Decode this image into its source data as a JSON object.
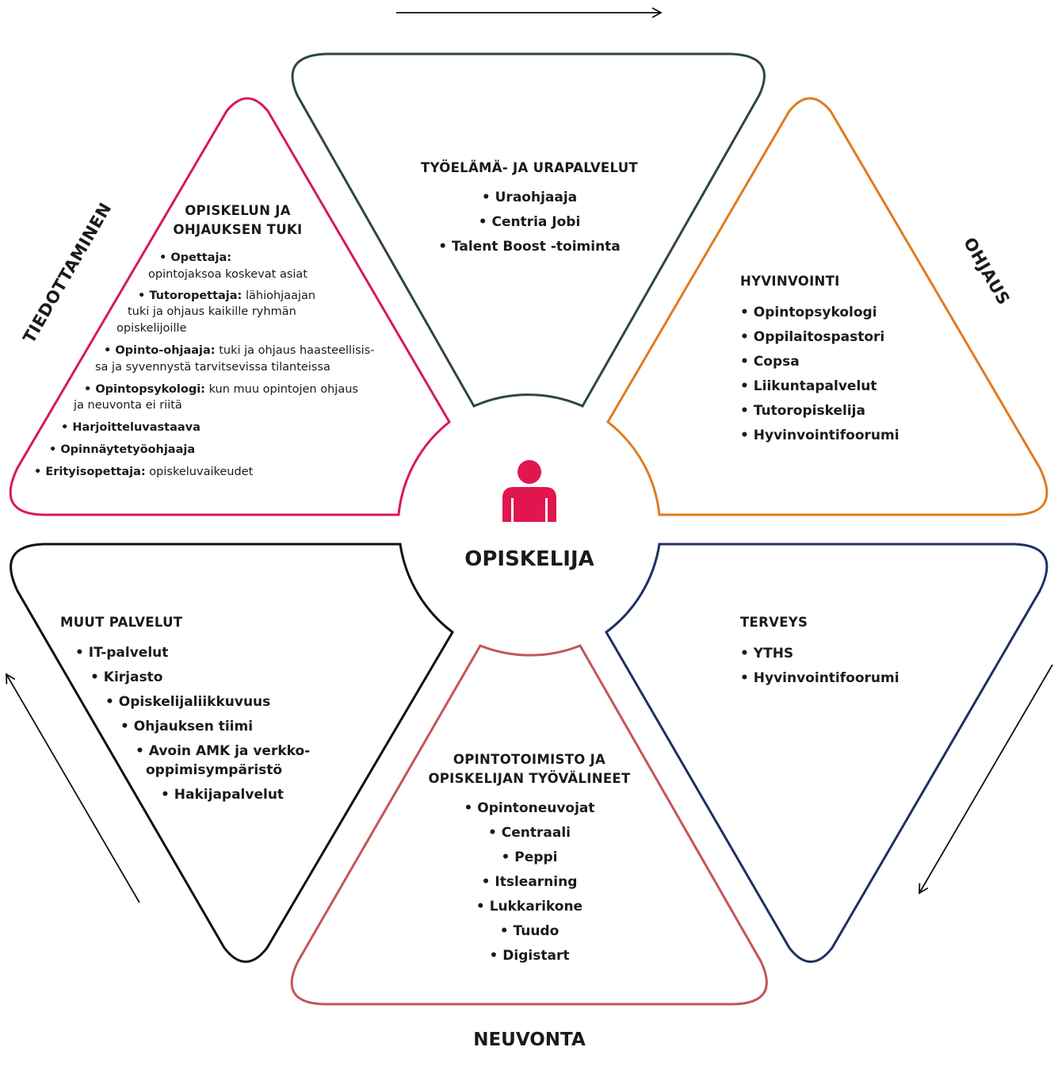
{
  "center": {
    "title": "OPISKELIJA",
    "icon": "person-icon",
    "icon_color": "#e0174f"
  },
  "side_labels": {
    "top": "TIEDOTTAMINEN",
    "right": "OHJAUS",
    "bottom": "NEUVONTA"
  },
  "colors": {
    "tyoelama": "#2e4a33",
    "hyvinvointi": "#e07b22",
    "terveys": "#1e3163",
    "opintotoimisto": "#c4555a",
    "muut": "#111111",
    "tuki": "#d81b4f"
  },
  "tyoelama": {
    "title": "TYÖELÄMÄ- JA URAPALVELUT",
    "items": [
      "• Uraohjaaja",
      "• Centria Jobi",
      "• Talent Boost -toiminta"
    ]
  },
  "hyvinvointi": {
    "title": "HYVINVOINTI",
    "items": [
      "• Opintopsykologi",
      "• Oppilaitospastori",
      "• Copsa",
      "• Liikuntapalvelut",
      "• Tutoropiskelija",
      "• Hyvinvointifoorumi"
    ]
  },
  "terveys": {
    "title": "TERVEYS",
    "items": [
      "• YTHS",
      "• Hyvinvointifoorumi"
    ]
  },
  "opintotoimisto": {
    "title_1": "OPINTOTOIMISTO JA",
    "title_2": "OPISKELIJAN TYÖVÄLINEET",
    "items": [
      "• Opintoneuvojat",
      "• Centraali",
      "• Peppi",
      "• Itslearning",
      "• Lukkarikone",
      "• Tuudo",
      "• Digistart"
    ]
  },
  "muut": {
    "title": "MUUT PALVELUT",
    "items": [
      "• IT-palvelut",
      "• Kirjasto",
      "• Opiskelijaliikkuvuus",
      "• Ohjauksen tiimi",
      "• Avoin AMK ja verkko-",
      "oppimisympäristö",
      "• Hakijapalvelut"
    ]
  },
  "tuki": {
    "title_1": "OPISKELUN JA",
    "title_2": "OHJAUKSEN TUKI",
    "opettaja_label": "• Opettaja:",
    "opettaja_text": "opintojaksoa koskevat asiat",
    "tutor_label": "• Tutoropettaja:",
    "tutor_text_1": " lähiohjaajan",
    "tutor_text_2": "tuki ja ohjaus kaikille ryhmän",
    "tutor_text_3": "opiskelijoille",
    "ohjaaja_label": "• Opinto-ohjaaja:",
    "ohjaaja_text_1": " tuki ja ohjaus haasteellisis-",
    "ohjaaja_text_2": "sa ja syvennystä tarvitsevissa tilanteissa",
    "psyk_label": "• Opintopsykologi:",
    "psyk_text_1": " kun muu opintojen ohjaus",
    "psyk_text_2": "ja neuvonta ei riitä",
    "harj_label": "• Harjoitteluvastaava",
    "opinn_label": "• Opinnäytetyöohjaaja",
    "erit_label": "• Erityisopettaja:",
    "erit_text": " opiskeluvaikeudet"
  }
}
